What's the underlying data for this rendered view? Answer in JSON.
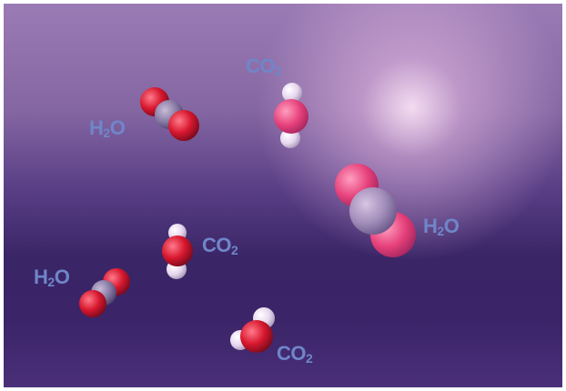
{
  "labels": [
    {
      "id": "label-co2-top",
      "main": "CO",
      "sub": "2",
      "tail": ""
    },
    {
      "id": "label-h2o-topleft",
      "main": "H",
      "sub": "2",
      "tail": "O"
    },
    {
      "id": "label-h2o-right",
      "main": "H",
      "sub": "2",
      "tail": "O"
    },
    {
      "id": "label-co2-middle",
      "main": "CO",
      "sub": "2",
      "tail": ""
    },
    {
      "id": "label-h2o-bottomleft",
      "main": "H",
      "sub": "2",
      "tail": "O"
    },
    {
      "id": "label-co2-bottom",
      "main": "CO",
      "sub": "2",
      "tail": ""
    }
  ],
  "colors": {
    "label": "#6f86c9",
    "oxygen": "#e0203c",
    "carbon": "#8a7fa6",
    "hydrogen": "#e8dcf0"
  }
}
